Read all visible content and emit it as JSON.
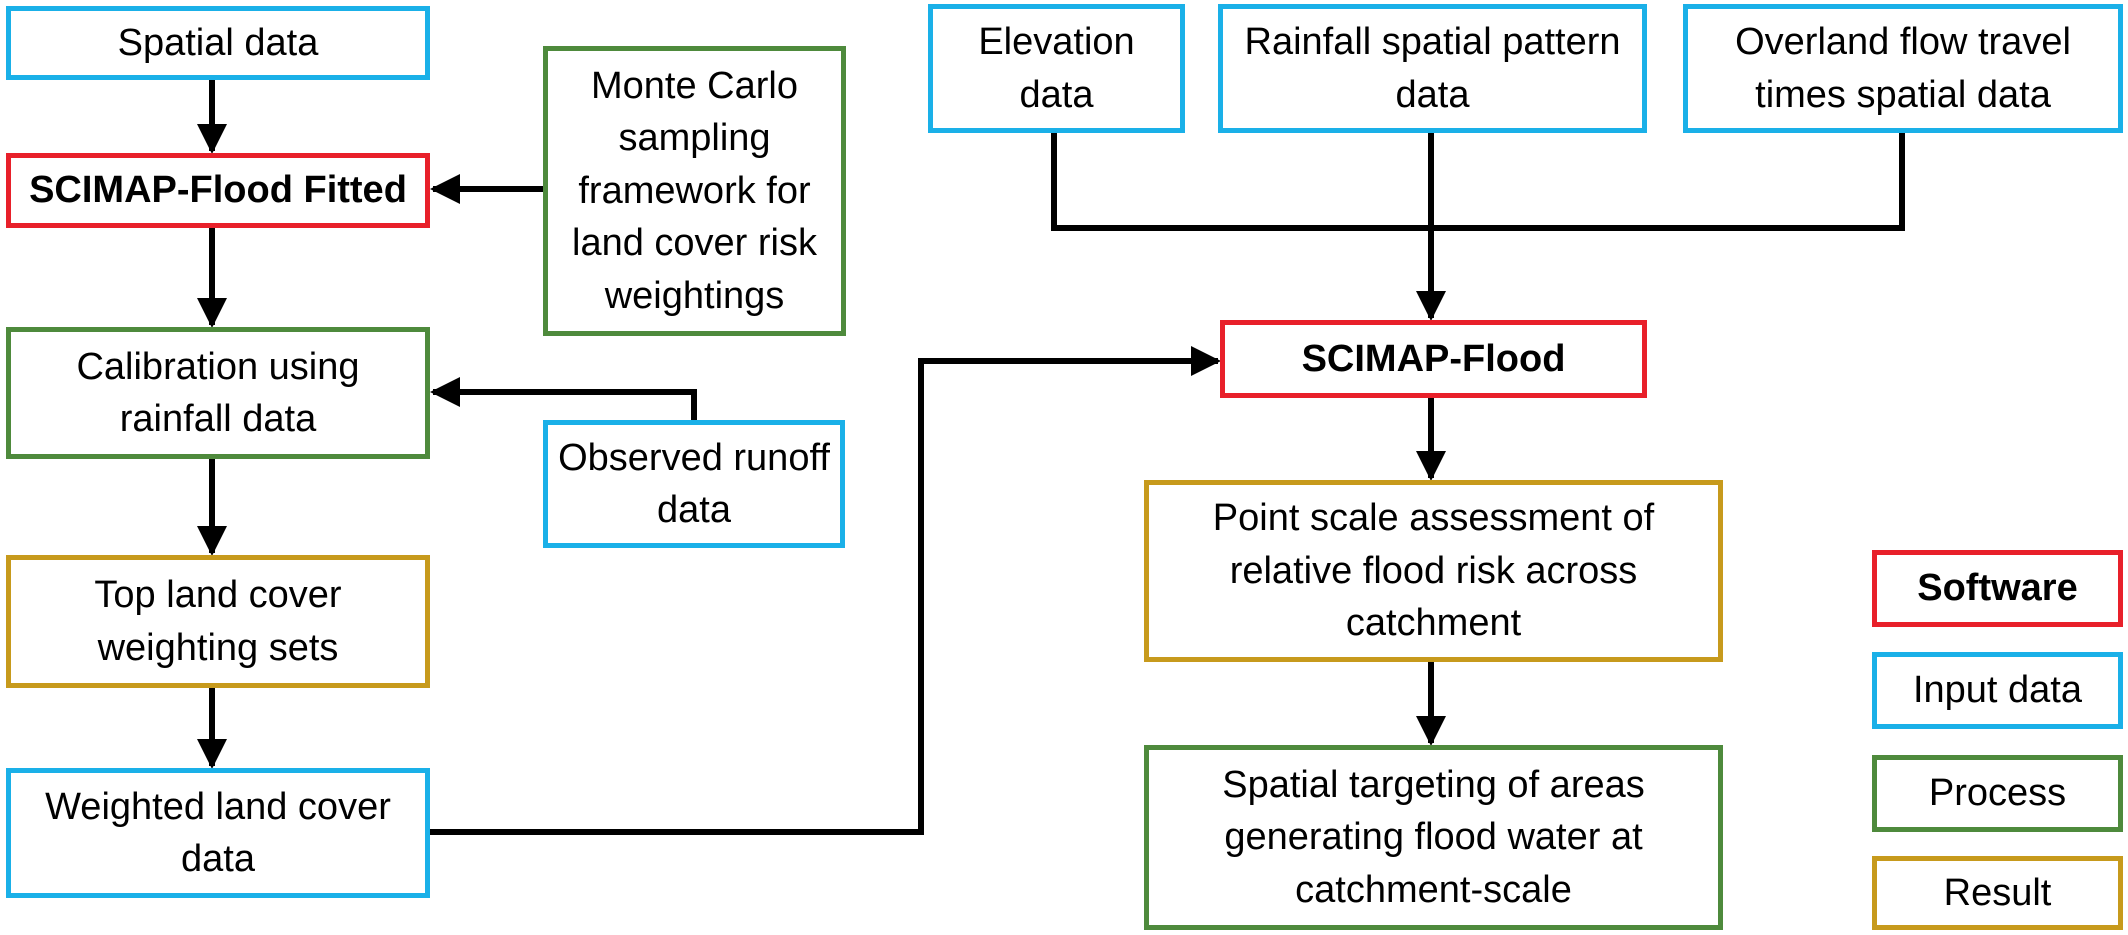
{
  "diagram": {
    "colors": {
      "software": "#e8202a",
      "input": "#1ab0e8",
      "process": "#4e8a3c",
      "result": "#c79a1c",
      "arrow": "#000000"
    },
    "left_flow": {
      "spatial_data": "Spatial data",
      "scimap_fitted": "SCIMAP-Flood Fitted",
      "monte_carlo": "Monte Carlo sampling framework for land cover risk weightings",
      "calibration": "Calibration using rainfall data",
      "observed_runoff": "Observed runoff data",
      "top_land_cover": "Top land cover weighting sets",
      "weighted_land_cover": "Weighted land cover data"
    },
    "right_flow": {
      "elevation": "Elevation data",
      "rainfall_pattern": "Rainfall spatial pattern data",
      "overland_flow": "Overland flow travel times spatial data",
      "scimap_flood": "SCIMAP-Flood",
      "point_scale": "Point scale assessment of relative flood risk across catchment",
      "spatial_targeting": "Spatial targeting of areas generating flood water at catchment-scale"
    },
    "legend": {
      "software": "Software",
      "input": "Input data",
      "process": "Process",
      "result": "Result"
    }
  }
}
